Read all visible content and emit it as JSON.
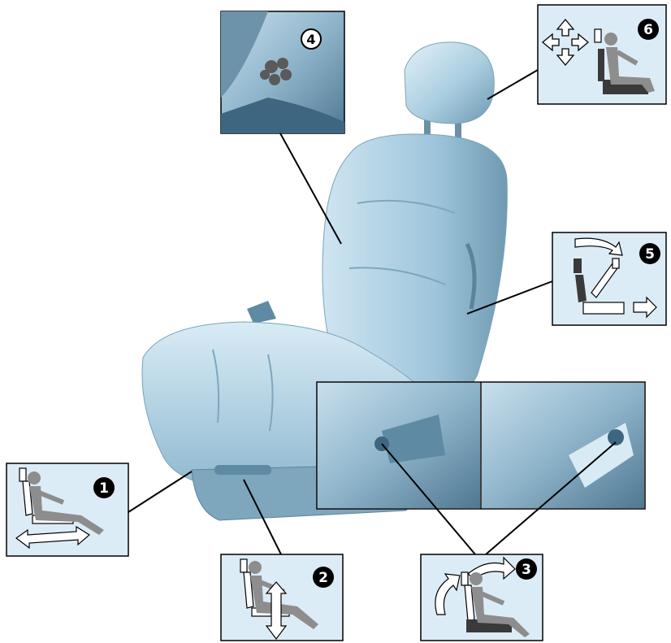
{
  "diagram": {
    "subject": "seat-adjustment-controls",
    "colors": {
      "panel_bg": "#dcecf6",
      "seat_light": "#d3e7f2",
      "seat_mid": "#9cc3d8",
      "seat_dark": "#5f8aa3",
      "figure": "#8d8d8d",
      "seat_icon": "#3a3a3a",
      "outline": "#000000"
    },
    "callouts": [
      {
        "id": "1",
        "label": "1",
        "style": "filled-circle",
        "feature": "seat-fore-aft"
      },
      {
        "id": "2",
        "label": "2",
        "style": "filled-circle",
        "feature": "seat-height"
      },
      {
        "id": "3",
        "label": "3",
        "style": "filled-circle",
        "feature": "backrest-recline"
      },
      {
        "id": "4",
        "label": "4",
        "style": "outlined-circle",
        "feature": "lumbar-knob"
      },
      {
        "id": "5",
        "label": "5",
        "style": "filled-circle",
        "feature": "backrest-fold-slide"
      },
      {
        "id": "6",
        "label": "6",
        "style": "filled-circle",
        "feature": "head-restraint"
      }
    ]
  }
}
